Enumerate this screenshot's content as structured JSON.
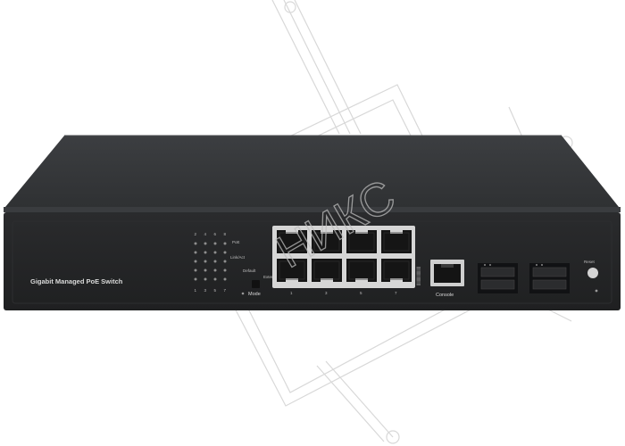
{
  "device": {
    "model_label": "Gigabit Managed PoE Switch",
    "led_labels": {
      "poe": "PoE",
      "link_act": "Link/Act"
    },
    "led_top_numbers": [
      "2",
      "4",
      "6",
      "8"
    ],
    "led_bottom_numbers": [
      "1",
      "3",
      "5",
      "7"
    ],
    "mode_labels": {
      "mode": "Mode",
      "default": "Default",
      "extend": "Extend"
    },
    "port_numbers": [
      "1",
      "3",
      "5",
      "7"
    ],
    "console_label": "Console",
    "reset_label": "Reset"
  },
  "watermark": {
    "text": "НИКС"
  },
  "colors": {
    "chassis": "#333537",
    "front_panel": "#232425",
    "rj45_port": "#151515",
    "led_dot": "#8e8e8e",
    "watermark_stroke": "#bdbdbd"
  }
}
